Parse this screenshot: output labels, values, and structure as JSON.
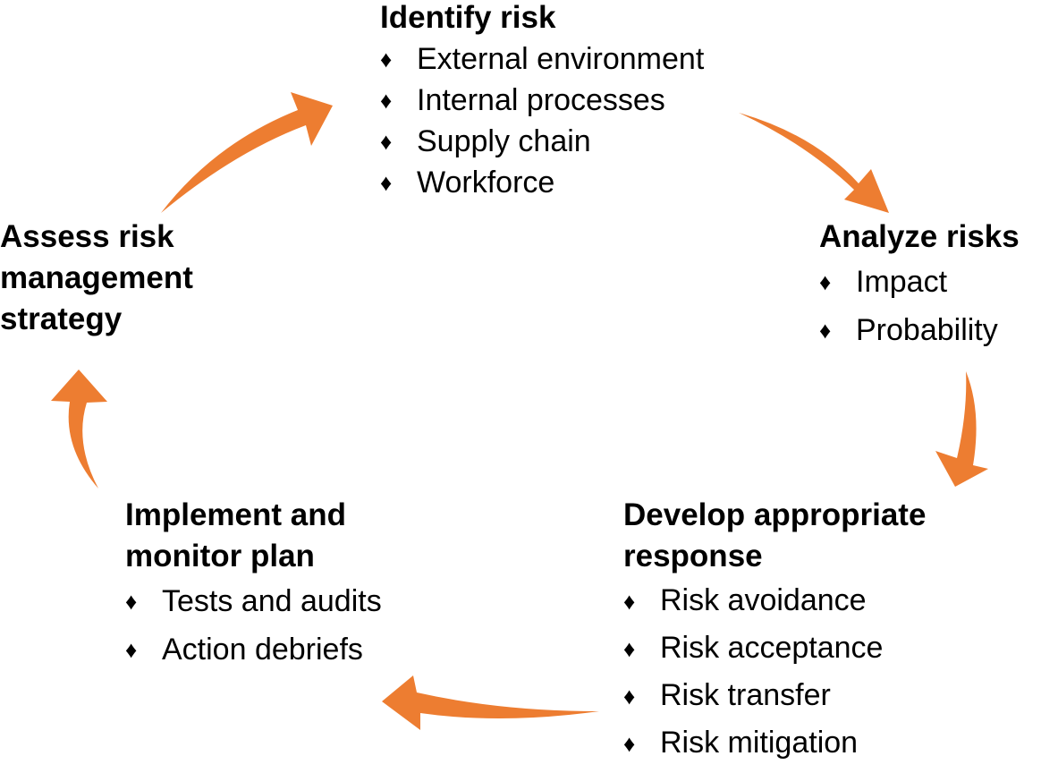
{
  "colors": {
    "arrow": "#ED7D31",
    "text": "#000000",
    "background": "#FFFFFF"
  },
  "bullet_glyph": "♦",
  "steps": {
    "identify": {
      "title": "Identify risk",
      "items": [
        "External environment",
        "Internal processes",
        "Supply chain",
        "Workforce"
      ]
    },
    "analyze": {
      "title": "Analyze risks",
      "items": [
        "Impact",
        "Probability"
      ]
    },
    "develop": {
      "title": "Develop appropriate\nresponse",
      "items": [
        "Risk avoidance",
        "Risk acceptance",
        "Risk transfer",
        "Risk mitigation"
      ]
    },
    "implement": {
      "title": "Implement and\nmonitor plan",
      "items": [
        "Tests and audits",
        "Action debriefs"
      ]
    },
    "assess": {
      "title": "Assess risk\nmanagement\nstrategy"
    }
  }
}
